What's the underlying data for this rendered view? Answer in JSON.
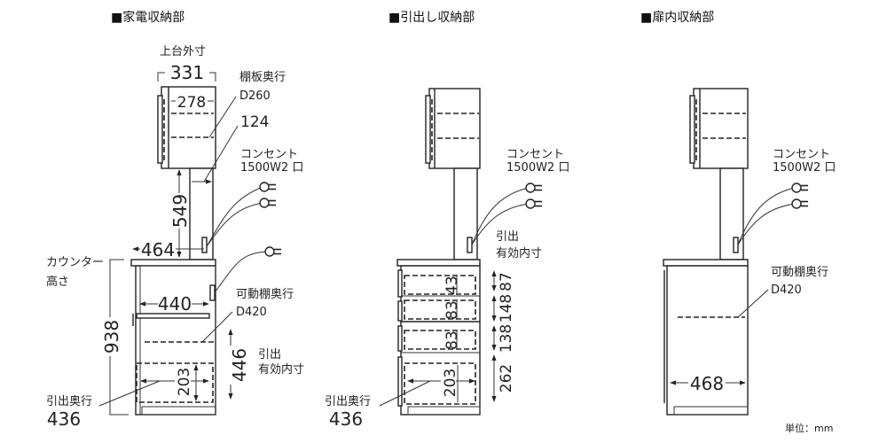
{
  "sections": [
    {
      "title": "■家電収納部"
    },
    {
      "title": "■引出し収納部"
    },
    {
      "title": "■扉内収納部"
    }
  ],
  "panel1": {
    "upper_outer_label": "上台外寸",
    "upper_outer": "331",
    "inner_width": "278",
    "shelf_depth_label": "棚板奥行",
    "shelf_depth": "D260",
    "column_depth": "124",
    "outlet_label": "コンセント",
    "outlet_spec": "1500W2 口",
    "gap_height": "549",
    "counter_depth": "464",
    "counter_height_label_1": "カウンター",
    "counter_height_label_2": "高さ",
    "counter_height": "938",
    "appliance_depth": "440",
    "movable_shelf_label": "可動棚奥行",
    "movable_shelf_depth": "D420",
    "drawer_inner_height": "446",
    "drawer_inner_label_1": "引出",
    "drawer_inner_label_2": "有効内寸",
    "drawer_height": "203",
    "drawer_depth_label": "引出奥行",
    "drawer_depth": "436"
  },
  "panel2": {
    "outlet_label": "コンセント",
    "outlet_spec": "1500W2 口",
    "drawer_inner_label_1": "引出",
    "drawer_inner_label_2": "有効内寸",
    "inner_heights": [
      "43",
      "83",
      "83",
      "203"
    ],
    "outer_heights": [
      "87",
      "148",
      "138",
      "262"
    ],
    "drawer_depth_label": "引出奥行",
    "drawer_depth": "436"
  },
  "panel3": {
    "outlet_label": "コンセント",
    "outlet_spec": "1500W2 口",
    "movable_shelf_label": "可動棚奥行",
    "movable_shelf_depth": "D420",
    "inner_depth": "468"
  },
  "unit_label": "単位：mm"
}
